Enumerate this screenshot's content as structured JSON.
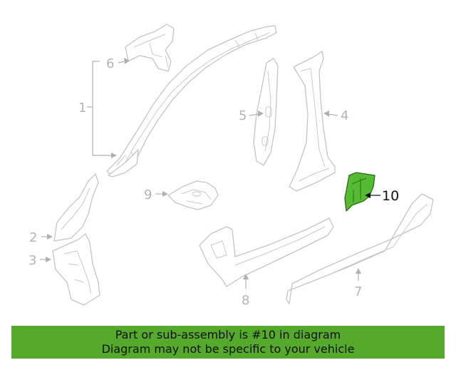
{
  "callouts": {
    "c1": "1",
    "c2": "2",
    "c3": "3",
    "c4": "4",
    "c5": "5",
    "c6": "6",
    "c7": "7",
    "c8": "8",
    "c9": "9",
    "c10": "10"
  },
  "highlight_color": "#55bb33",
  "banner": {
    "line1": "Part or sub-assembly is #10 in diagram",
    "line2": "Diagram may not be specific to your vehicle",
    "color": "#55aa2b"
  }
}
